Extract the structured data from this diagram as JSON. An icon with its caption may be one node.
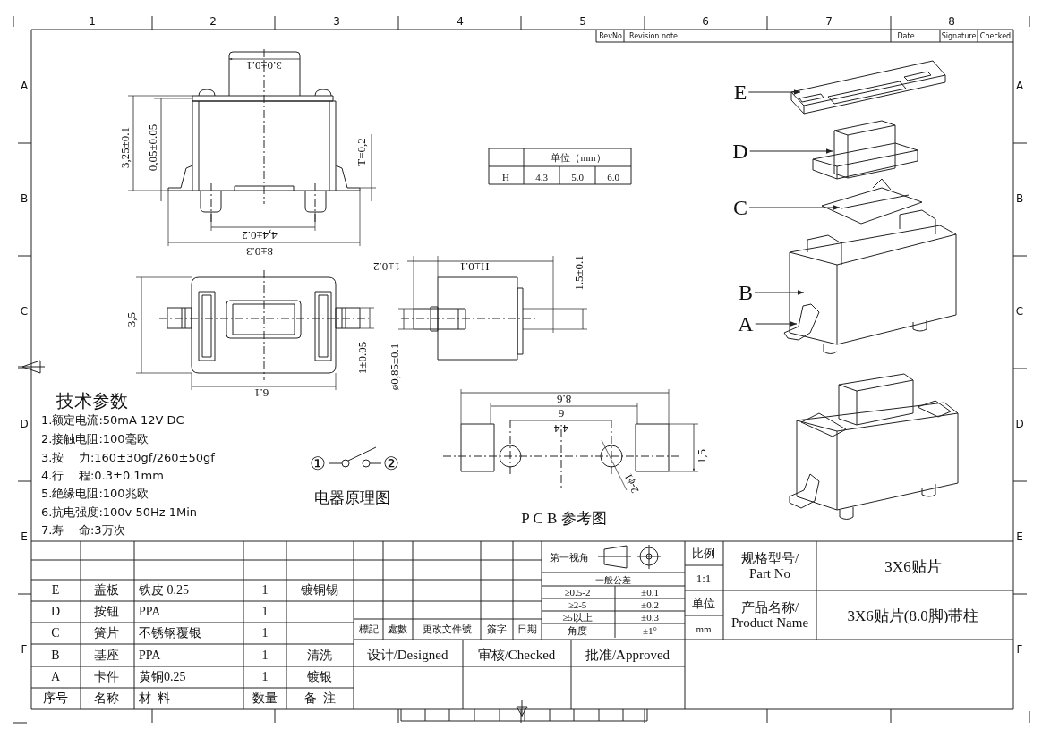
{
  "diagram": {
    "nodes": [
      {
        "text": [
          "E"
        ]
      },
      {
        "text": [
          "D"
        ]
      },
      {
        "text": [
          "C"
        ]
      },
      {
        "text": [
          "B"
        ]
      },
      {
        "text": [
          "A"
        ]
      },
      {
        "text": [],
        "shape": "picture"
      },
      {
        "text": [],
        "shape": "picture"
      },
      {
        "text": [],
        "shape": "picture"
      },
      {
        "text": [],
        "shape": "picture"
      },
      {
        "text": [],
        "shape": "picture"
      }
    ],
    "edges": [
      {
        "from": 0,
        "to": 5,
        "arrow": "to"
      },
      {
        "from": 1,
        "to": 6,
        "arrow": "to"
      },
      {
        "from": 2,
        "to": 7,
        "arrow": "to"
      },
      {
        "from": 3,
        "to": 8,
        "arrow": "to"
      },
      {
        "from": 4,
        "to": 9,
        "arrow": "to"
      }
    ],
    "labels": [
      "1",
      "2",
      "3",
      "4",
      "5",
      "6",
      "7",
      "8",
      "A",
      "B",
      "C",
      "D",
      "E",
      "F",
      "A",
      "B",
      "C",
      "D",
      "E",
      "F",
      "RevNo",
      "Revision note",
      "Date",
      "Signature",
      "Checked",
      "3.0±0.1",
      "3,25±0.1",
      "0,05±0.05",
      "T=0,2",
      "4,4±0.2",
      "8±0.3",
      "3,5",
      "1±0.05",
      "6.1",
      "1±0.2",
      "H±0.1",
      "1.5±0.1",
      "ø0,85±0.1",
      "单位（mm）",
      "H",
      "4.3",
      "5.0",
      "6.0",
      "技术参数",
      "1.额定电流:50mA 12V DC",
      "2.接触电阻:100毫欧",
      "3.按    力:160±30gf/260±50gf",
      "4.行    程:0.3±0.1mm",
      "5.绝缘电阻:100兆欧",
      "6.抗电强度:100v 50Hz 1Min",
      "7.寿    命:3万次",
      "①",
      "②",
      "电器原理图",
      "8.6",
      "9",
      "4.4",
      "2-ϕ1",
      "1,5",
      "P C B 参考图",
      "E",
      "盖板",
      "铁皮 0.25",
      "1",
      "镀铜锡",
      "D",
      "按钮",
      "PPA",
      "1",
      "C",
      "簧片",
      "不锈钢覆银",
      "1",
      "B",
      "基座",
      "PPA",
      "1",
      "清洗",
      "A",
      "卡件",
      "黄铜0.25",
      "1",
      "镀银",
      "序号",
      "名称",
      "材  料",
      "数量",
      "备  注",
      "標記",
      "處數",
      "更改文件號",
      "簽字",
      "日期",
      "设计/Designed",
      "审核/Checked",
      "批准/Approved",
      "第一视角",
      "一般公差",
      "≥0.5-2",
      "±0.1",
      "≥2-5",
      "±0.2",
      "≥5以上",
      "±0.3",
      "角度",
      "±1°",
      "比例",
      "1:1",
      "单位",
      "mm",
      "规格型号/ Part No",
      "产品名称/ Product Name",
      "3X6贴片",
      "3X6贴片(8.0脚)带柱"
    ]
  }
}
